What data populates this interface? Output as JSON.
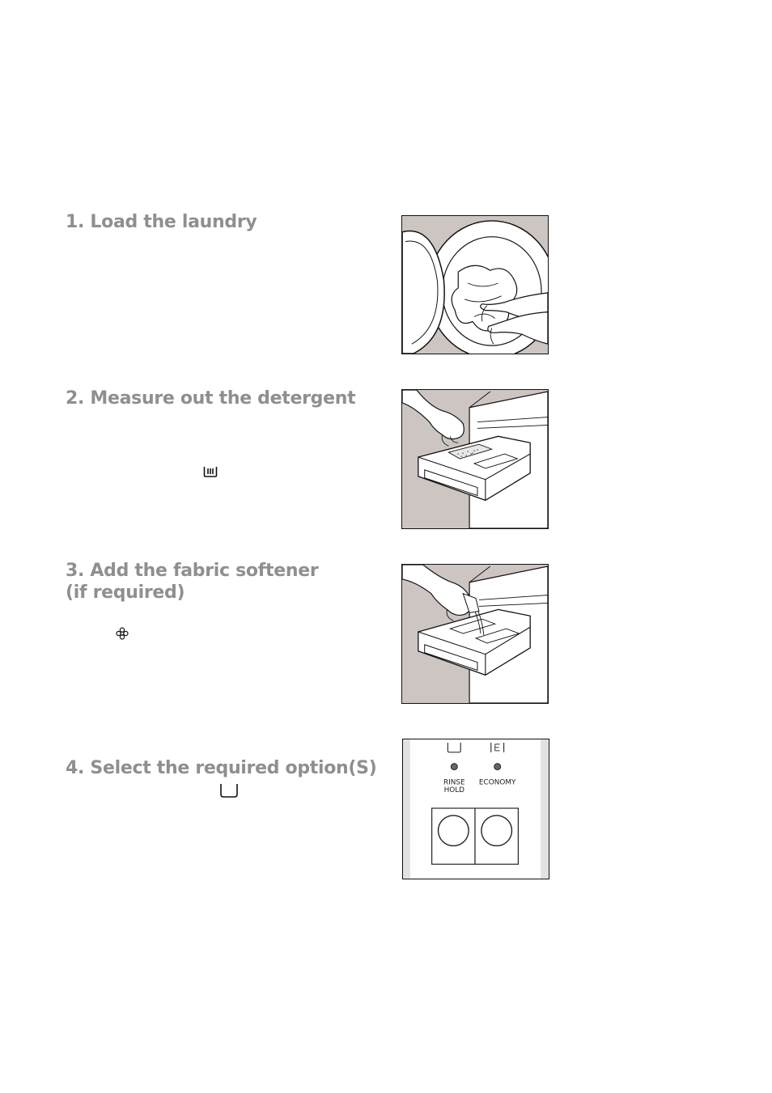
{
  "steps": [
    {
      "heading": "1. Load the laundry"
    },
    {
      "heading": "2. Measure out the detergent"
    },
    {
      "heading_line1": "3. Add the fabric softener",
      "heading_line2": "(if required)"
    },
    {
      "heading": "4. Select the required option(S)"
    }
  ],
  "control_panel": {
    "rinse_hold_line1": "RINSE",
    "rinse_hold_line2": "HOLD",
    "economy": "ECONOMY"
  },
  "icons": {
    "step2_symbol": "main-wash-compartment-icon",
    "step3_symbol": "fabric-softener-flower-icon",
    "step4_symbol": "rinse-hold-tub-icon"
  }
}
